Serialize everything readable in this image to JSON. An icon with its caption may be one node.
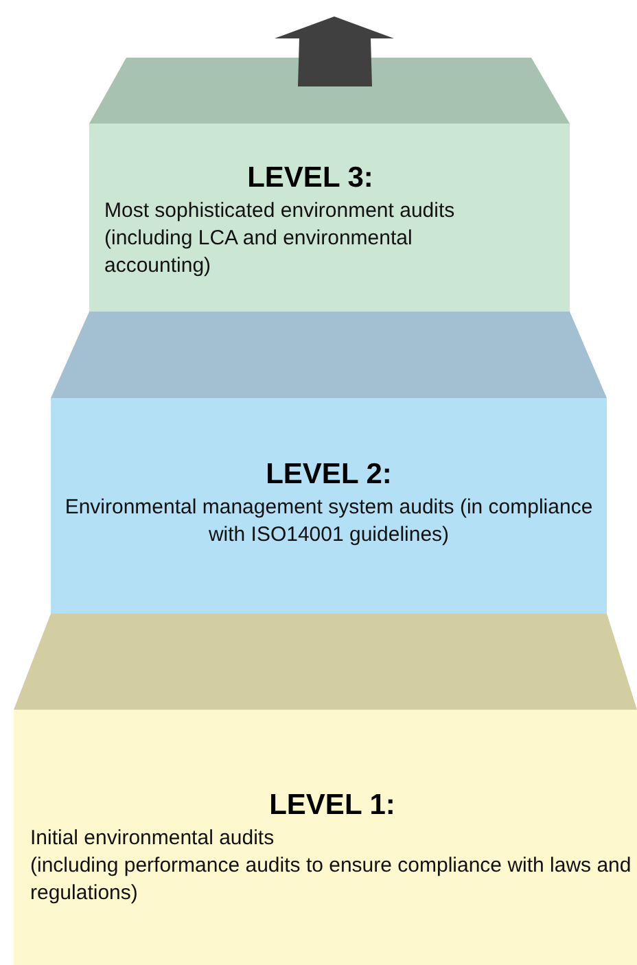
{
  "diagram": {
    "nodes": [
      {
        "text": [
          "LEVEL 3:",
          "Most sophisticated environment audits (including LCA and environmental accounting)"
        ]
      },
      {
        "text": [
          "LEVEL 2:",
          "Environmental management system audits (in compliance with ISO14001 guidelines)"
        ]
      },
      {
        "text": [
          "LEVEL 1:",
          "Initial environmental audits",
          "(including performance audits to ensure compliance with laws and regulations)"
        ]
      }
    ]
  }
}
